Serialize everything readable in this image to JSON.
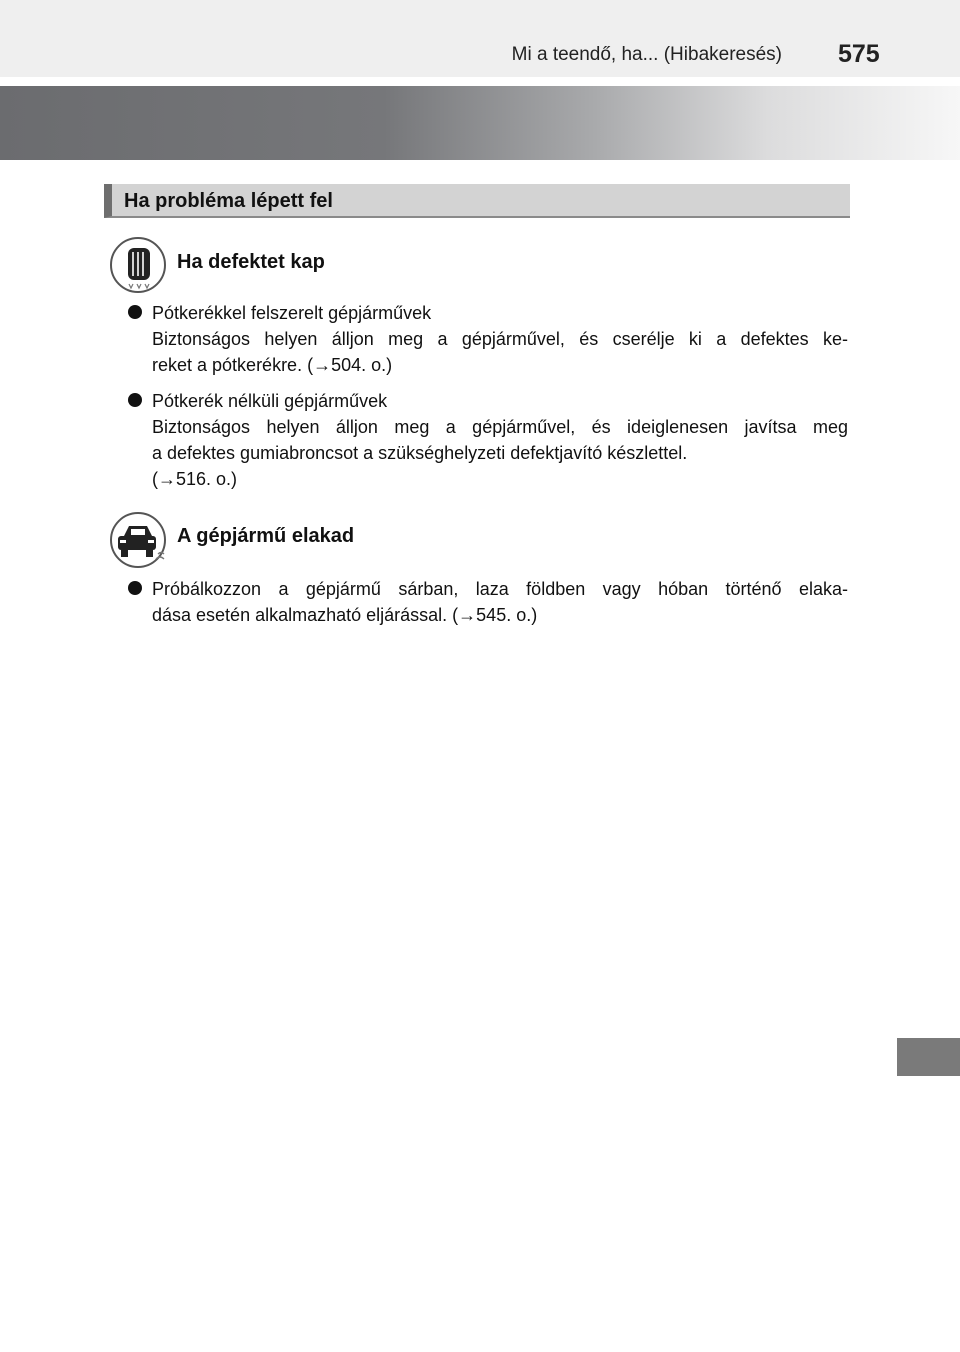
{
  "header": {
    "title": "Mi a teendő, ha... (Hibakeresés)",
    "page_number": "575"
  },
  "section": {
    "title": "Ha probléma lépett fel"
  },
  "topics": [
    {
      "icon": "flat-tire-icon",
      "title": "Ha defektet kap",
      "bullets": [
        {
          "lines": [
            "Pótkerékkel felszerelt gépjárművek",
            "Biztonságos helyen álljon meg a gépjárművel, és cserélje ki a defektes ke-",
            "reket a pótkerékre. (→504. o.)"
          ]
        },
        {
          "lines": [
            "Pótkerék nélküli gépjárművek",
            "Biztonságos helyen álljon meg a gépjárművel, és ideiglenesen javítsa meg",
            "a defektes gumiabroncsot a szükséghelyzeti defektjavító készlettel.",
            "(→516. o.)"
          ]
        }
      ]
    },
    {
      "icon": "stuck-vehicle-icon",
      "title": "A gépjármű elakad",
      "bullets": [
        {
          "lines": [
            "Próbálkozzon a gépjármű sárban, laza földben vagy hóban történő elaka-",
            "dása esetén alkalmazható eljárással. (→545. o.)"
          ]
        }
      ]
    }
  ]
}
